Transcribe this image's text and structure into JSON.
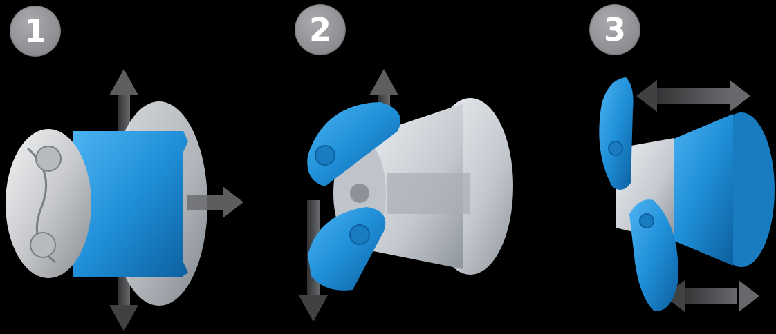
{
  "steps": [
    {
      "number": "1"
    },
    {
      "number": "2"
    },
    {
      "number": "3"
    }
  ],
  "colors": {
    "background": "#000000",
    "badge": "#939598",
    "part_blue": "#1f8fd8",
    "part_grey": "#c9ced4",
    "arrow_grey": "#6d6e70",
    "metal": "#d4d6d8"
  },
  "icons": {
    "step_1_illustration": "assembly-step-1-illustration",
    "step_2_illustration": "assembly-step-2-illustration",
    "step_3_illustration": "assembly-step-3-illustration"
  }
}
